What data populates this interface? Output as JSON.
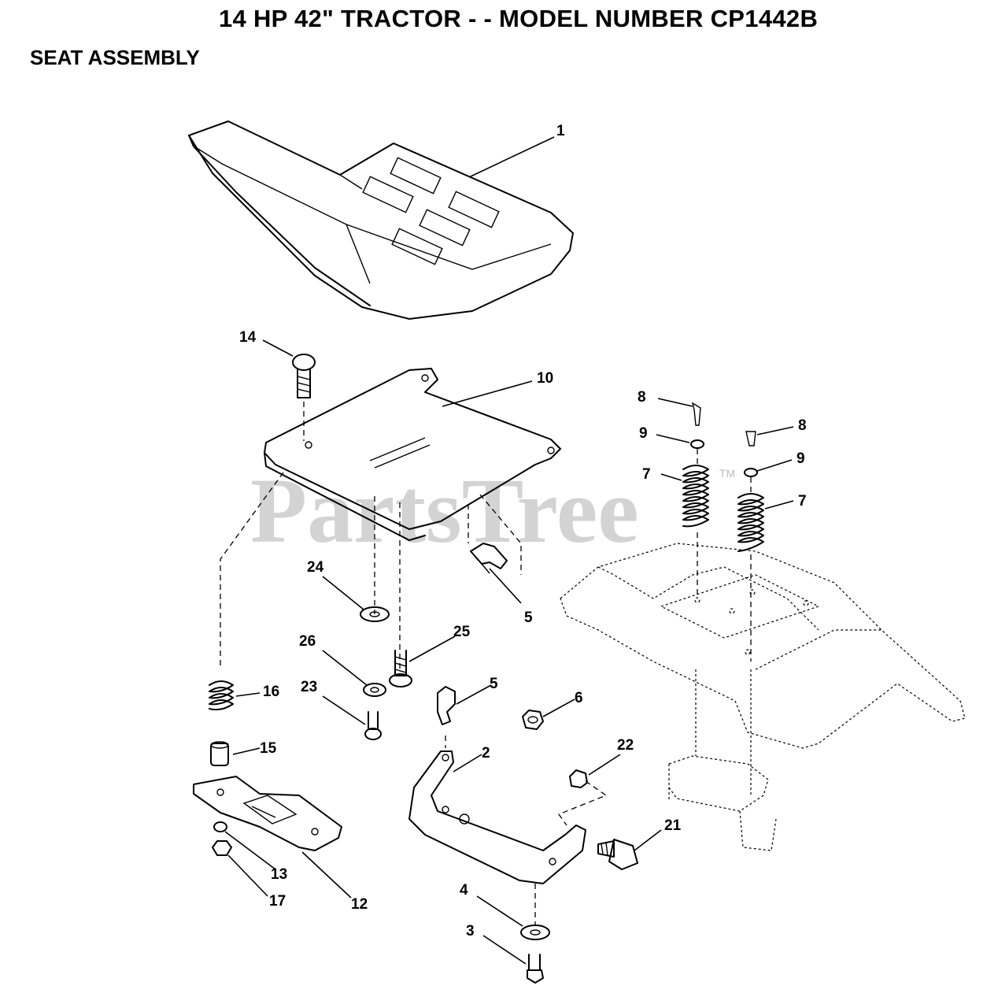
{
  "header": {
    "title": "14 HP 42\" TRACTOR - - MODEL NUMBER CP1442B",
    "section": "SEAT ASSEMBLY"
  },
  "watermark": {
    "text": "PartsTree",
    "mark": "TM"
  },
  "callouts": {
    "c1": "1",
    "c2": "2",
    "c3": "3",
    "c4": "4",
    "c5a": "5",
    "c5b": "5",
    "c6": "6",
    "c7a": "7",
    "c7b": "7",
    "c8a": "8",
    "c8b": "8",
    "c9a": "9",
    "c9b": "9",
    "c10": "10",
    "c12": "12",
    "c13": "13",
    "c14": "14",
    "c15": "15",
    "c16": "16",
    "c17": "17",
    "c21": "21",
    "c22": "22",
    "c23": "23",
    "c24": "24",
    "c25": "25",
    "c26": "26"
  }
}
